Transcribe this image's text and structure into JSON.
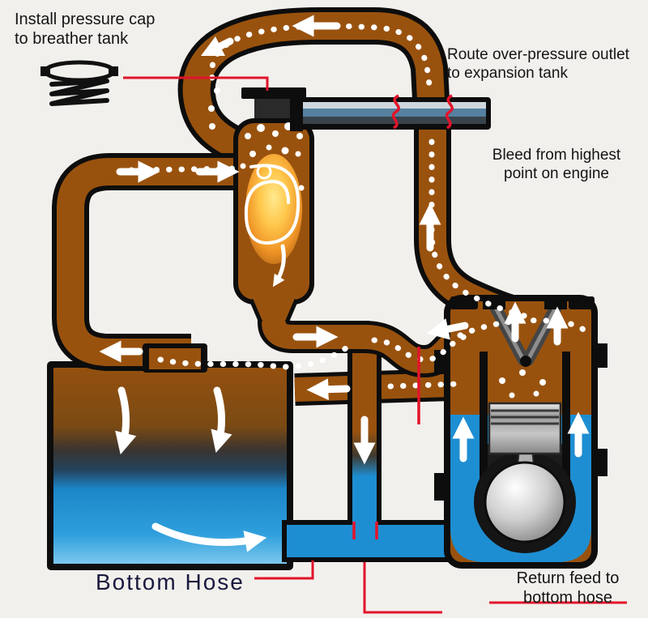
{
  "title": "Cooling system plumbing diagram",
  "labels": {
    "install_cap_line1": "Install pressure cap",
    "install_cap_line2": "to breather tank",
    "route_outlet_line1": "Route over-pressure outlet",
    "route_outlet_line2": "to expansion tank",
    "bleed_line1": "Bleed from highest",
    "bleed_line2": "point on engine",
    "bottom_hose": "Bottom Hose",
    "return_feed_line1": "Return feed to",
    "return_feed_line2": "bottom hose"
  },
  "colors": {
    "background": "#f2f0ec",
    "pipe_brown": "#99520e",
    "coolant_blue": "#1e8ed2",
    "coolant_blue_light": "#7cc8ee",
    "outline_black": "#0d0d0d",
    "flow_arrow_white": "#ffffff",
    "leader_red": "#e2142b",
    "swirl_orange": "#ef9426",
    "swirl_yellow": "#ffe98e",
    "metal_gray": "#b9b9b9"
  },
  "parts": [
    "pressure-cap-icon",
    "breather-tank",
    "over-pressure-outlet-pipe",
    "top-loop-pipe",
    "left-loop-pipe",
    "radiator",
    "engine-cylinder",
    "piston",
    "crankshaft",
    "bottom-hose",
    "return-feed-point"
  ]
}
